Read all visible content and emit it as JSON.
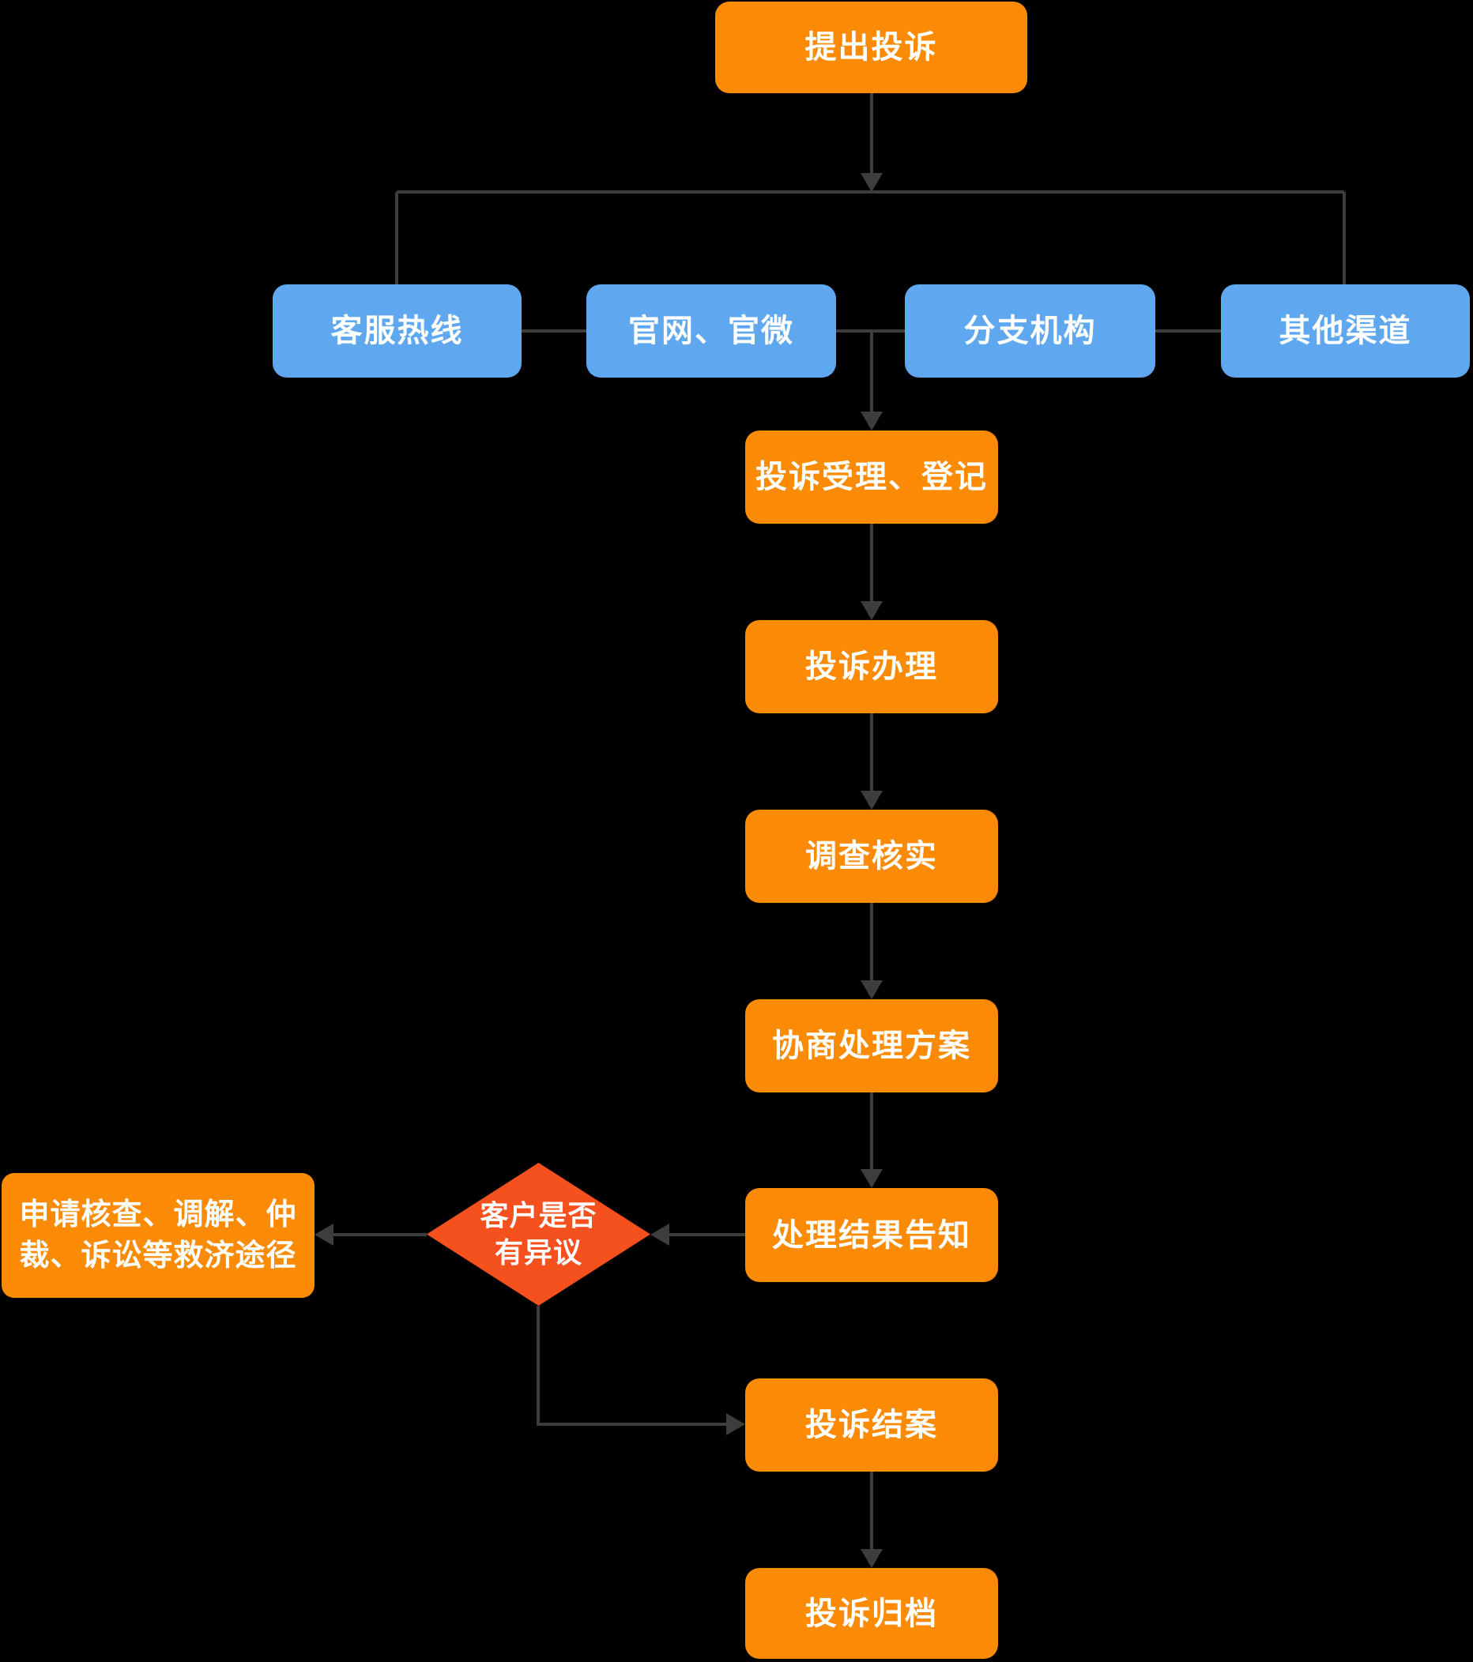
{
  "diagram": {
    "background_color": "#000000",
    "connector_color": "#3D3D3D",
    "text_color": "#FFFFFF",
    "colors": {
      "process_fill": "#FB8A05",
      "channel_fill": "#5FA8F0",
      "decision_fill": "#F4511E"
    },
    "nodes": {
      "submit": {
        "label": "提出投诉",
        "type": "process"
      },
      "channels": [
        {
          "label": "客服热线",
          "type": "channel"
        },
        {
          "label": "官网、官微",
          "type": "channel"
        },
        {
          "label": "分支机构",
          "type": "channel"
        },
        {
          "label": "其他渠道",
          "type": "channel"
        }
      ],
      "accept": {
        "label": "投诉受理、登记",
        "type": "process"
      },
      "handle": {
        "label": "投诉办理",
        "type": "process"
      },
      "investigate": {
        "label": "调查核实",
        "type": "process"
      },
      "negotiate": {
        "label": "协商处理方案",
        "type": "process"
      },
      "notify": {
        "label": "处理结果告知",
        "type": "process"
      },
      "decision": {
        "label_line1": "客户是否",
        "label_line2": "有异议",
        "type": "decision"
      },
      "remedy": {
        "label_line1": "申请核查、调解、仲",
        "label_line2": "裁、诉讼等救济途径",
        "type": "process"
      },
      "close": {
        "label": "投诉结案",
        "type": "process"
      },
      "archive": {
        "label": "投诉归档",
        "type": "process"
      }
    },
    "edges": [
      {
        "from": "submit",
        "to": "channels-branch",
        "arrow": true
      },
      {
        "from": "channels-branch",
        "to": "客服热线",
        "arrow": false
      },
      {
        "from": "channels-branch",
        "to": "其他渠道",
        "arrow": false
      },
      {
        "from": "客服热线",
        "to": "官网、官微",
        "arrow": false
      },
      {
        "from": "官网、官微",
        "to": "分支机构",
        "arrow": false
      },
      {
        "from": "分支机构",
        "to": "其他渠道",
        "arrow": false
      },
      {
        "from": "channels-chain",
        "to": "accept",
        "arrow": true
      },
      {
        "from": "accept",
        "to": "handle",
        "arrow": true
      },
      {
        "from": "handle",
        "to": "investigate",
        "arrow": true
      },
      {
        "from": "investigate",
        "to": "negotiate",
        "arrow": true
      },
      {
        "from": "negotiate",
        "to": "notify",
        "arrow": true
      },
      {
        "from": "notify",
        "to": "decision",
        "arrow": true
      },
      {
        "from": "decision",
        "to": "remedy",
        "arrow": true
      },
      {
        "from": "decision",
        "to": "close",
        "arrow": true
      },
      {
        "from": "close",
        "to": "archive",
        "arrow": true
      }
    ]
  }
}
